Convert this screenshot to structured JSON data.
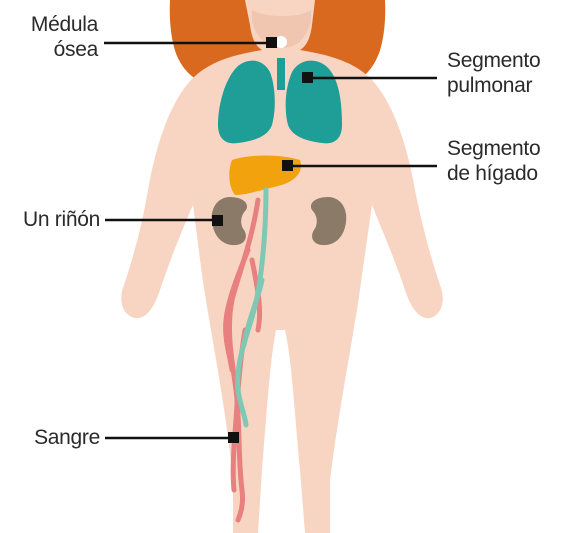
{
  "labels": {
    "bone_marrow": [
      "Médula",
      "ósea"
    ],
    "lung_segment": [
      "Segmento",
      "pulmonar"
    ],
    "liver_segment": [
      "Segmento",
      "de hígado"
    ],
    "kidney": "Un riñón",
    "blood": "Sangre"
  },
  "colors": {
    "hair": "#d9691f",
    "skin": "#f8d5c2",
    "lungs": "#1e9e96",
    "liver": "#f2a20c",
    "kidney": "#8c7a68",
    "vein": "#e88080",
    "artery": "#7fc8b4",
    "marrow": "#ffffff",
    "leader": "#111111",
    "text": "#2a2a2a"
  }
}
